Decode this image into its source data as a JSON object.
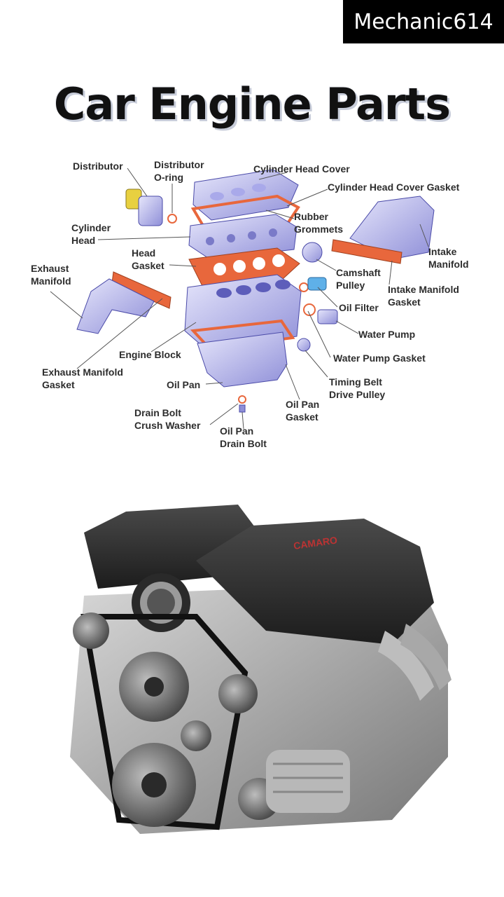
{
  "watermark": "Mechanic614",
  "title": "Car Engine Parts",
  "diagram": {
    "labels": {
      "distributor": "Distributor",
      "distributor_oring_1": "Distributor",
      "distributor_oring_2": "O-ring",
      "cylinder_head_cover": "Cylinder Head Cover",
      "cylinder_head_cover_gasket": "Cylinder Head Cover Gasket",
      "rubber_grommets_1": "Rubber",
      "rubber_grommets_2": "Grommets",
      "cylinder_head_1": "Cylinder",
      "cylinder_head_2": "Head",
      "head_gasket_1": "Head",
      "head_gasket_2": "Gasket",
      "exhaust_manifold_1": "Exhaust",
      "exhaust_manifold_2": "Manifold",
      "intake_manifold_1": "Intake",
      "intake_manifold_2": "Manifold",
      "camshaft_pulley_1": "Camshaft",
      "camshaft_pulley_2": "Pulley",
      "intake_manifold_gasket_1": "Intake Manifold",
      "intake_manifold_gasket_2": "Gasket",
      "oil_filter": "Oil Filter",
      "water_pump": "Water Pump",
      "engine_block": "Engine Block",
      "water_pump_gasket": "Water Pump Gasket",
      "exhaust_manifold_gasket_1": "Exhaust Manifold",
      "exhaust_manifold_gasket_2": "Gasket",
      "oil_pan": "Oil Pan",
      "timing_belt_1": "Timing Belt",
      "timing_belt_2": "Drive Pulley",
      "oil_pan_gasket_1": "Oil Pan",
      "oil_pan_gasket_2": "Gasket",
      "drain_bolt_washer_1": "Drain Bolt",
      "drain_bolt_washer_2": "Crush Washer",
      "oil_pan_drain_bolt_1": "Oil Pan",
      "oil_pan_drain_bolt_2": "Drain Bolt"
    },
    "colors": {
      "part_fill": "#c9c9f2",
      "part_stroke": "#4a4aa8",
      "gasket": "#e8673c",
      "accent_yellow": "#e8d040"
    }
  },
  "photo": {
    "cover_label": "CAMARO",
    "colors": {
      "cover": "#3a3a3a",
      "metal": "#9a9a9a",
      "dark": "#1e1e1e",
      "accent": "#b33"
    }
  }
}
